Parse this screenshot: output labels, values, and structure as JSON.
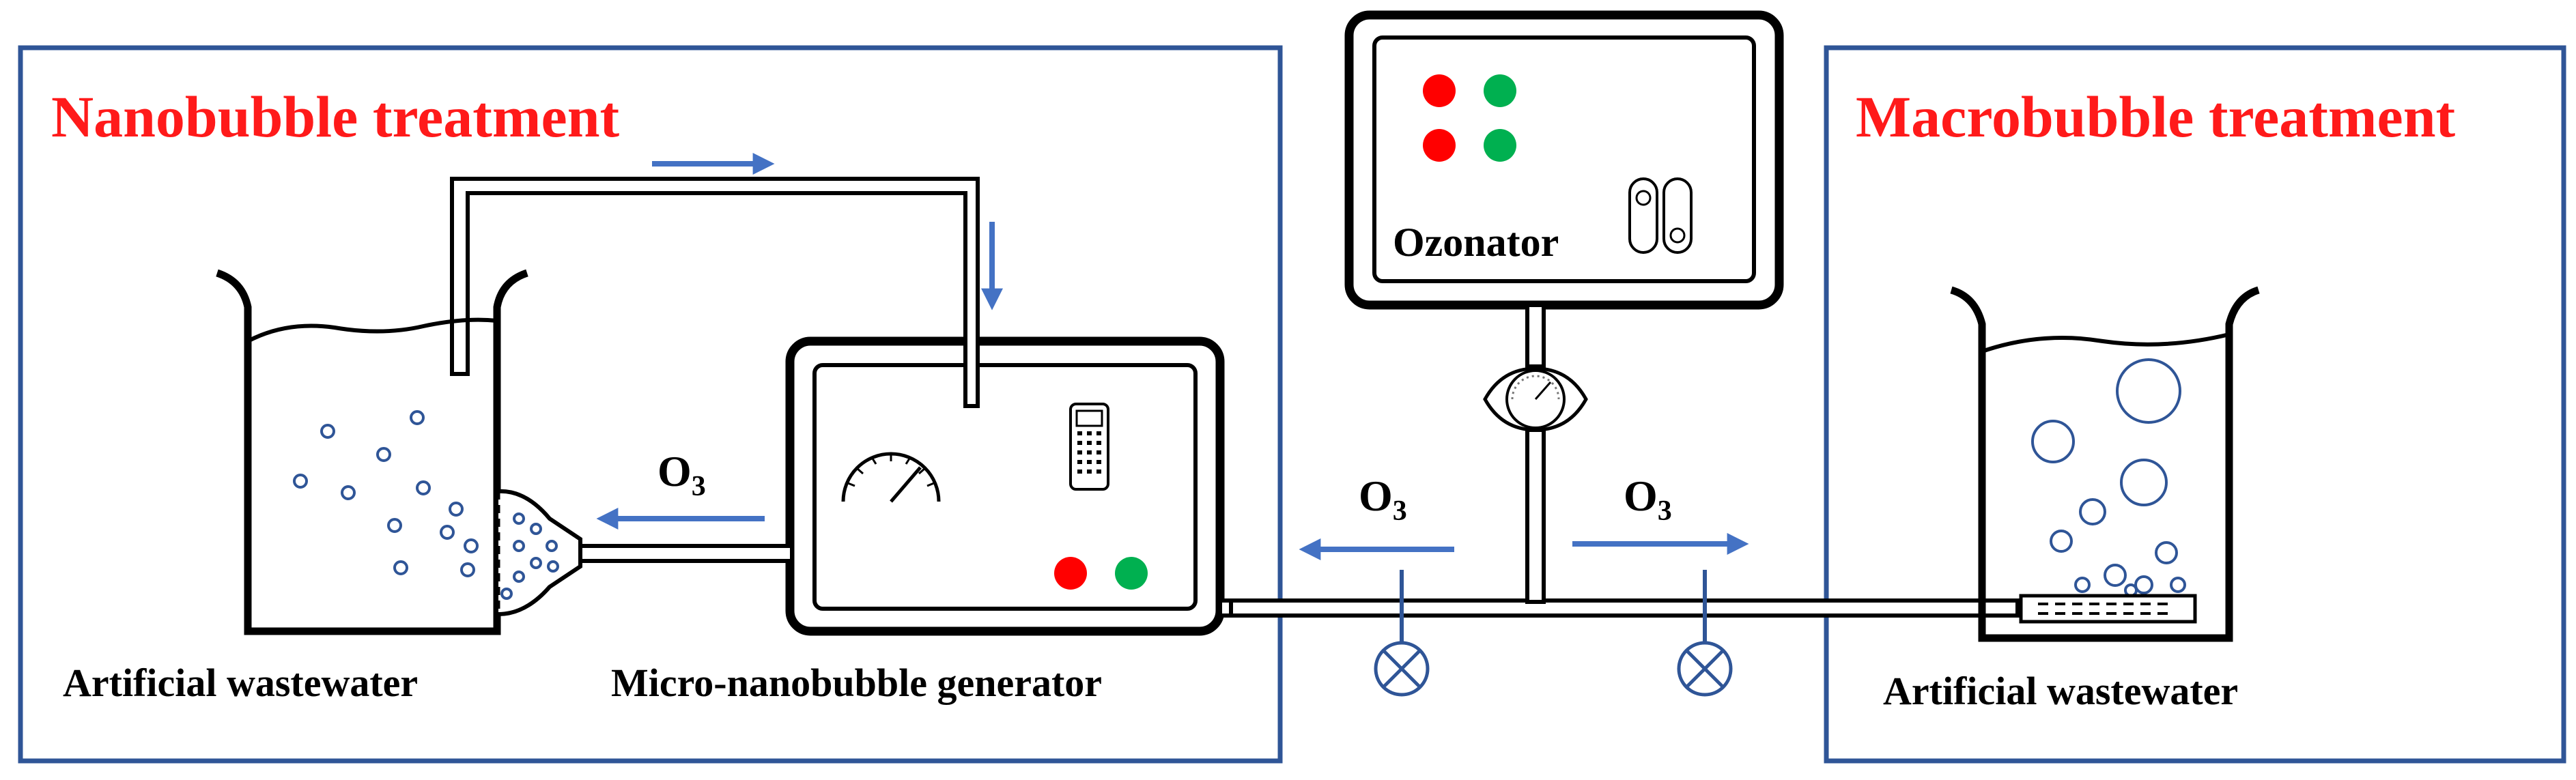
{
  "labels": {
    "nano_title": "Nanobubble treatment",
    "macro_title": "Macrobubble treatment",
    "ozonator": "Ozonator",
    "generator": "Micro-nanobubble generator",
    "wastewater_left": "Artificial wastewater",
    "wastewater_right": "Artificial wastewater",
    "o3_main": "O",
    "o3_sub": "3"
  },
  "colors": {
    "frame": "#2f5597",
    "title_red": "#ff1a1a",
    "arrow_blue": "#4472c4",
    "led_red": "#ff0000",
    "led_green": "#00b050",
    "bubble_outline": "#2f5597"
  },
  "icons": [
    "dial-gauge-icon",
    "keypad-icon",
    "switch-icon",
    "valve-icon",
    "flowmeter-icon",
    "diffuser-icon"
  ]
}
